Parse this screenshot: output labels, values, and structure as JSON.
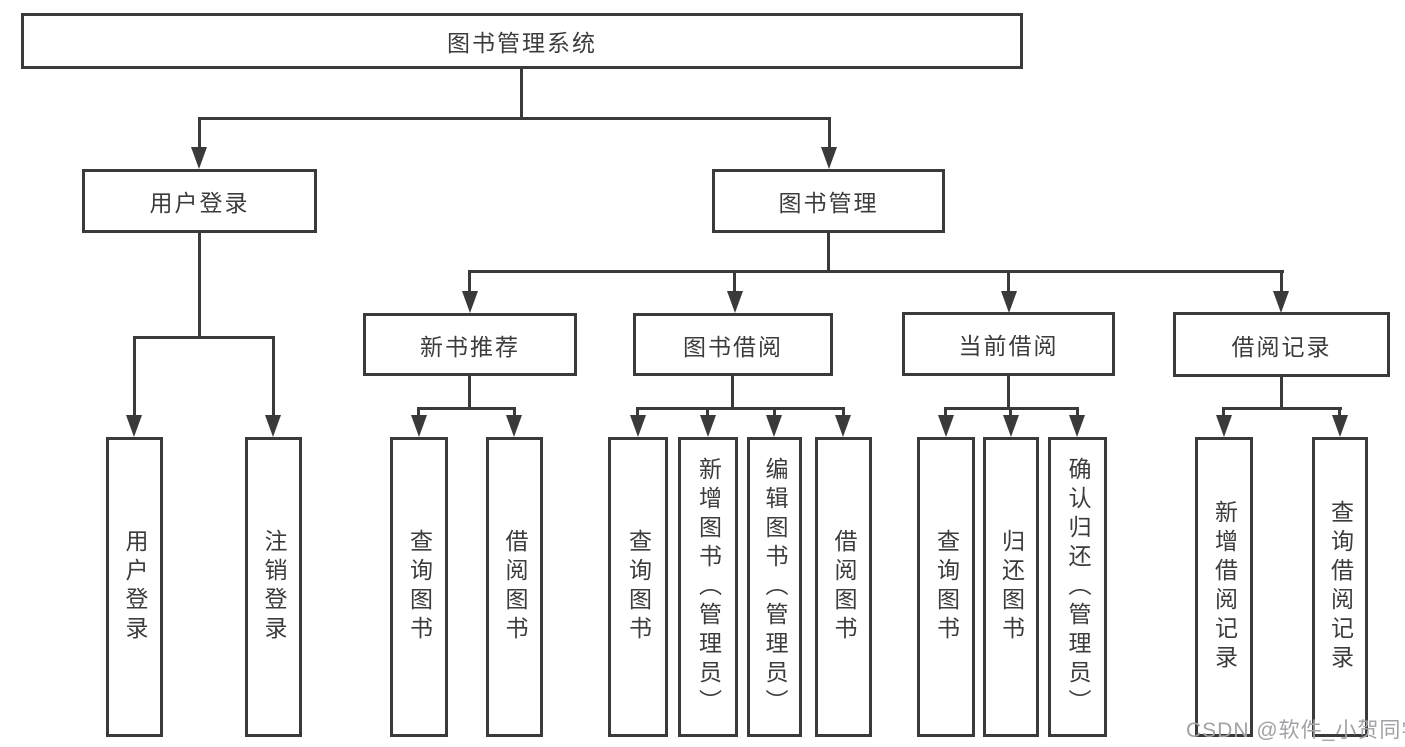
{
  "diagram": {
    "root": {
      "label": "图书管理系统"
    },
    "level2": [
      {
        "label": "用户登录",
        "children": [
          "用户登录",
          "注销登录"
        ]
      },
      {
        "label": "图书管理"
      }
    ],
    "modules": [
      {
        "label": "新书推荐",
        "children": [
          "查询图书",
          "借阅图书"
        ]
      },
      {
        "label": "图书借阅",
        "children": [
          "查询图书",
          "新增图书（管理员）",
          "编辑图书（管理员）",
          "借阅图书"
        ]
      },
      {
        "label": "当前借阅",
        "children": [
          "查询图书",
          "归还图书",
          "确认归还（管理员）"
        ]
      },
      {
        "label": "借阅记录",
        "children": [
          "新增借阅记录",
          "查询借阅记录"
        ]
      }
    ],
    "watermark": "CSDN @软件_小贺同学",
    "colors": {
      "line": "#3a3a3a",
      "text": "#3c3c3c",
      "watermark": "#a2a2a6",
      "background": "#ffffff"
    }
  }
}
